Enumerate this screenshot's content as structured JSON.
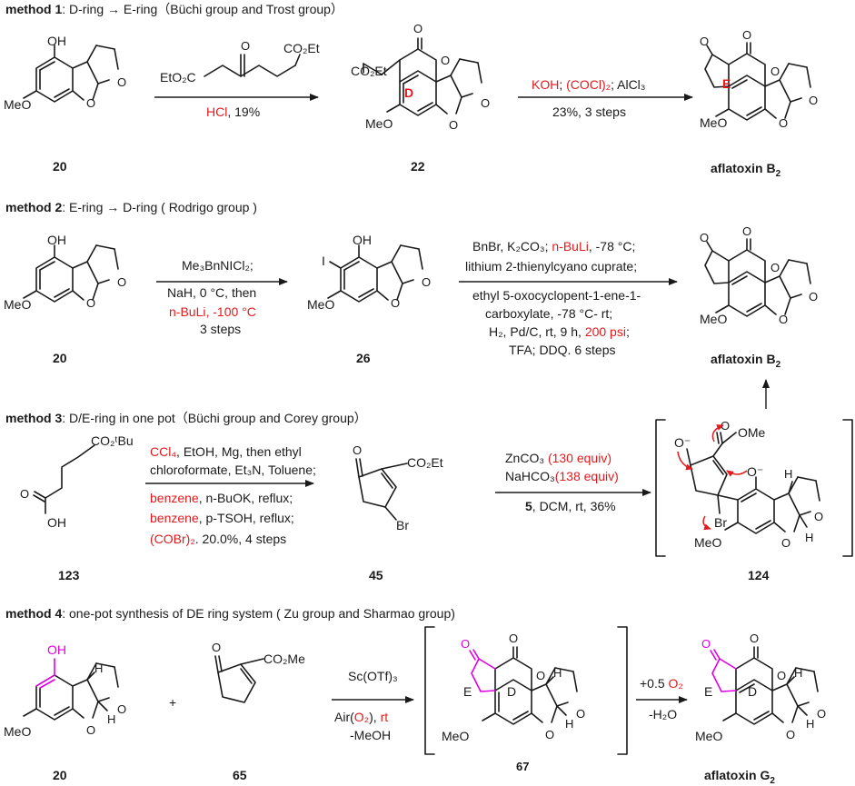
{
  "methods": [
    {
      "label": "method 1",
      "text": ": D-ring → E-ring（Büchi group and  Trost group）"
    },
    {
      "label": "method 2",
      "text": ": E-ring → D-ring ( Rodrigo group )"
    },
    {
      "label": "method 3",
      "text": ": D/E-ring in one pot（Büchi group and Corey group）"
    },
    {
      "label": "method 4",
      "text": ": one-pot synthesis of DE ring system ( Zu group and Sharmao group)"
    }
  ],
  "compounds": {
    "c20": "20",
    "c22": "22",
    "c26": "26",
    "c123": "123",
    "c45": "45",
    "c124": "124",
    "c65": "65",
    "c67": "67",
    "aflatoxin_b2": "aflatoxin B",
    "aflatoxin_b2_sub": "2",
    "aflatoxin_g2": "aflatoxin G",
    "aflatoxin_g2_sub": "2"
  },
  "atoms": {
    "OH": "OH",
    "MeO": "MeO",
    "O": "O",
    "I": "I",
    "Br": "Br",
    "H": "H",
    "CO2Et": "CO₂Et",
    "EtO2C": "EtO₂C",
    "CO2tBu": "CO₂ᵗBu",
    "CO2Me": "CO₂Me",
    "OMe": "OMe",
    "Ominus": "O⁻",
    "ring_D": "D",
    "ring_E": "E"
  },
  "reagents": {
    "m1_step1_red": "HCl",
    "m1_step1_black": ", 19%",
    "m1_step2_red1": "KOH",
    "m1_step2_sep": "; ",
    "m1_step2_red2": "(COCl)₂",
    "m1_step2_black": "; AlCl₃",
    "m1_step2_yield": "23%, 3 steps",
    "m2_step1_l1": "Me₃BnNICl₂;",
    "m2_step1_l2": "NaH, 0 °C, then",
    "m2_step1_l3_red": "n-BuLi, -100 °C",
    "m2_step1_l4": "3 steps",
    "m2_step2_l1_black": "BnBr, K₂CO₃; ",
    "m2_step2_l1_red": "n-BuLi",
    "m2_step2_l1_end": ", -78 °C;",
    "m2_step2_l2": "lithium 2-thienylcyano cuprate;",
    "m2_step2_l3": "ethyl 5-oxocyclopent-1-ene-1-",
    "m2_step2_l4": "carboxylate, -78 °C- rt;",
    "m2_step2_l5_black": "H₂, Pd/C, rt, 9 h, ",
    "m2_step2_l5_red": "200 psi",
    "m2_step2_l5_end": ";",
    "m2_step2_l6": "TFA; DDQ. 6 steps",
    "m3_step1_l1_red": "CCl₄",
    "m3_step1_l1_black": ", EtOH, Mg, then ethyl",
    "m3_step1_l2": "chloroformate, Et₃N, Toluene;",
    "m3_step1_l3_red": "benzene",
    "m3_step1_l3_black": ", n-BuOK, reflux;",
    "m3_step1_l4_red": "benzene",
    "m3_step1_l4_black": ", p-TSOH, reflux;",
    "m3_step1_l5_red": "(COBr)₂",
    "m3_step1_l5_black": ". 20.0%, 4 steps",
    "m3_step2_l1_black": "ZnCO₃ ",
    "m3_step2_l1_red": "(130 equiv)",
    "m3_step2_l2_black": "NaHCO₃",
    "m3_step2_l2_red": "(138 equiv)",
    "m3_step2_l3_bold": "5",
    "m3_step2_l3_black": ", DCM, rt, 36%",
    "m4_step1_l1": "Sc(OTf)₃",
    "m4_step1_l2_a": "Air(",
    "m4_step1_l2_red": "O₂",
    "m4_step1_l2_b": "), ",
    "m4_step1_l2_red2": "rt",
    "m4_step1_l3": "-MeOH",
    "m4_step2_l1_black": "+0.5 ",
    "m4_step2_l1_red": "O₂",
    "m4_step2_l2": "-H₂O",
    "plus": "+"
  },
  "colors": {
    "red": "#e41a1c",
    "magenta": "#e100e1",
    "ink": "#1a1a1a"
  }
}
